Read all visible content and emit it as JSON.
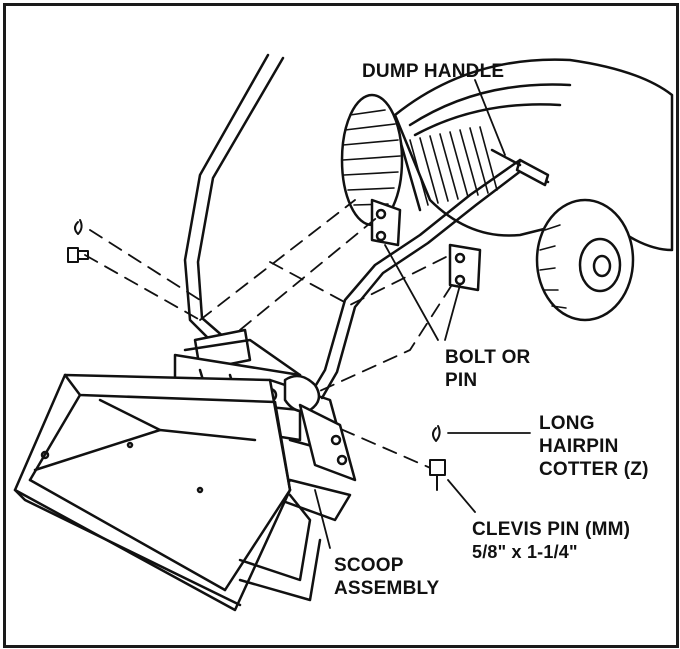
{
  "labels": {
    "dump_handle": "DUMP HANDLE",
    "bolt_or_pin": [
      "BOLT OR",
      "PIN"
    ],
    "long_hairpin_cotter": [
      "LONG",
      "HAIRPIN",
      "COTTER (Z)"
    ],
    "clevis_pin": [
      "CLEVIS PIN (MM)",
      "5/8\" x 1-1/4\""
    ],
    "scoop_assembly": [
      "SCOOP",
      "ASSEMBLY"
    ]
  },
  "colors": {
    "line": "#111111",
    "border": "#1a1a1a",
    "background": "#ffffff"
  }
}
